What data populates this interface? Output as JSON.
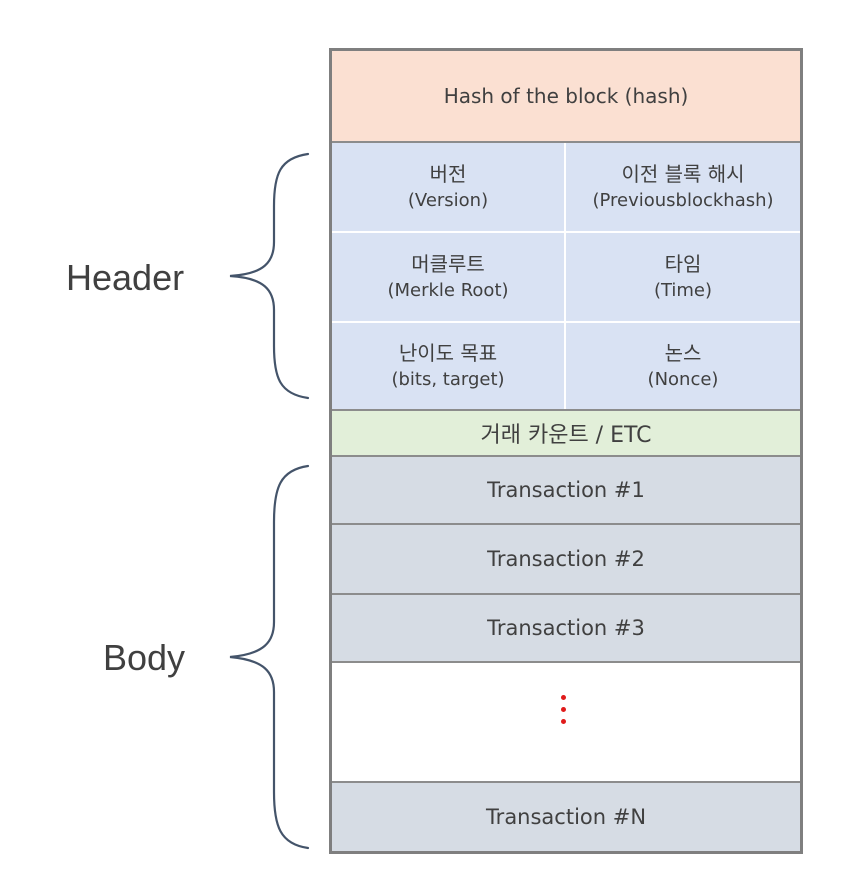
{
  "labels": {
    "header": "Header",
    "body": "Body"
  },
  "block": {
    "hash": "Hash of the block (hash)",
    "header_fields": [
      {
        "ko": "버전",
        "en": "(Version)"
      },
      {
        "ko": "이전 블록 해시",
        "en": "(Previousblockhash)"
      },
      {
        "ko": "머클루트",
        "en": "(Merkle Root)"
      },
      {
        "ko": "타임",
        "en": "(Time)"
      },
      {
        "ko": "난이도 목표",
        "en": "(bits, target)"
      },
      {
        "ko": "논스",
        "en": "(Nonce)"
      }
    ],
    "etc": "거래 카운트 / ETC",
    "transactions": [
      "Transaction #1",
      "Transaction #2",
      "Transaction #3"
    ],
    "last_transaction": "Transaction #N"
  },
  "colors": {
    "hash_fill": "#fbe0d2",
    "header_fill": "#d9e2f3",
    "etc_fill": "#e2efd9",
    "transaction_fill": "#d6dce4",
    "frame": "#7f7f7f",
    "text": "#404040",
    "ellipsis_dots": "#e01b1b"
  }
}
